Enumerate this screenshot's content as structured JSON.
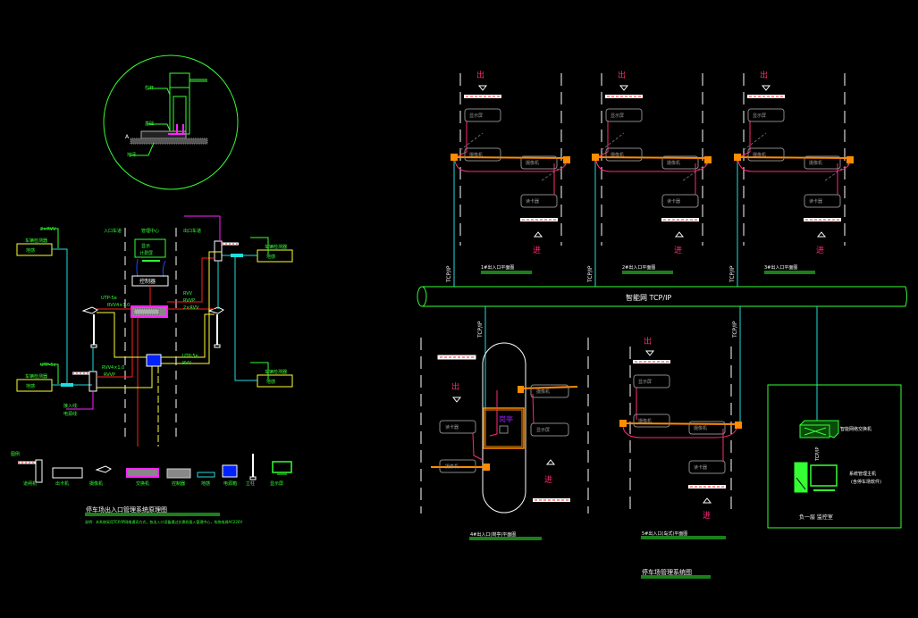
{
  "drawing": {
    "background": "#000000",
    "colors": {
      "green": "#33ff33",
      "cyan": "#22dddd",
      "yellow": "#ffff33",
      "red": "#ff2020",
      "magenta": "#ff22ff",
      "pink": "#ff2a7a",
      "orange": "#ff8c00",
      "blue": "#0022ff",
      "white": "#ffffff",
      "grey": "#9a9a9a"
    }
  },
  "detail_circle": {
    "labels": [
      "栏杆",
      "基础",
      "地坪"
    ],
    "marker": "A"
  },
  "left_diagram": {
    "top_labels": [
      "入口车道",
      "管理中心",
      "出口车道"
    ],
    "monitor_text": [
      "显示",
      "计费屏"
    ],
    "controller_label": "控制器",
    "left_devices": [
      {
        "title": "车辆检测器",
        "box": "地感"
      },
      {
        "title": "车辆检测器",
        "box": "地感"
      }
    ],
    "right_devices": [
      {
        "title": "车辆检测器",
        "box": "地感"
      },
      {
        "title": "车辆检测器",
        "box": "地感"
      }
    ],
    "cable_labels": [
      "2×RVV",
      "UTP-5e",
      "RVV4×1.0",
      "RVVP",
      "UTP-5e",
      "2×RVV",
      "RVV4×1.0",
      "RVVP",
      "UTP-5e",
      "RVV",
      "RVV"
    ],
    "bottom_label": "接入线",
    "bottom_label_2": "电源线",
    "legend_marker": "图例",
    "legend": [
      {
        "icon": "barrier-gate",
        "label": "道闸机"
      },
      {
        "icon": "card-reader",
        "label": "出卡机"
      },
      {
        "icon": "camera",
        "label": "摄像机"
      },
      {
        "icon": "switch",
        "label": "交换机"
      },
      {
        "icon": "controller",
        "label": "控制器"
      },
      {
        "icon": "loop-detector",
        "label": "地感"
      },
      {
        "icon": "power-box",
        "label": "电源箱"
      },
      {
        "icon": "light-pole",
        "label": "立柱"
      },
      {
        "icon": "monitor",
        "label": "显示屏"
      }
    ],
    "title": "停车场出入口管理系统原理图",
    "subtitle": "说明：本系统采用TCP/IP网络通讯方式，各出入口设备通过交换机接入管理中心，系统电源AC220V"
  },
  "network": {
    "backbone_label": "智能网 TCP/IP",
    "vertical_label": "TCP/IP"
  },
  "lanes_top": [
    {
      "title": "1#出入口平面图",
      "exit": "出",
      "entry": "进",
      "boxes": [
        "显示屏",
        "摄像机",
        "摄像机",
        "读卡器"
      ]
    },
    {
      "title": "2#出入口平面图",
      "exit": "出",
      "entry": "进",
      "boxes": [
        "显示屏",
        "摄像机",
        "摄像机",
        "读卡器"
      ]
    },
    {
      "title": "3#出入口平面图",
      "exit": "出",
      "entry": "进",
      "boxes": [
        "显示屏",
        "摄像机",
        "摄像机",
        "读卡器"
      ]
    }
  ],
  "lanes_bottom": [
    {
      "title": "4#出入口(岗亭)平面图",
      "exit": "出",
      "entry": "进",
      "booth": "岗亭",
      "boxes": [
        "摄像机",
        "显示屏",
        "读卡器",
        "摄像机"
      ]
    },
    {
      "title": "5#出入口(岛式)平面图",
      "exit": "出",
      "entry": "进",
      "boxes": [
        "显示屏",
        "摄像机",
        "摄像机",
        "读卡器"
      ]
    }
  ],
  "control_room": {
    "switch_label": "智能网络交换机",
    "cable_label": "TCP/IP",
    "pc_label_1": "系统管理主机",
    "pc_label_2": "(含停车场软件)",
    "room_label": "负一层 监控室"
  },
  "drawing_title": "停车场管理系统图"
}
